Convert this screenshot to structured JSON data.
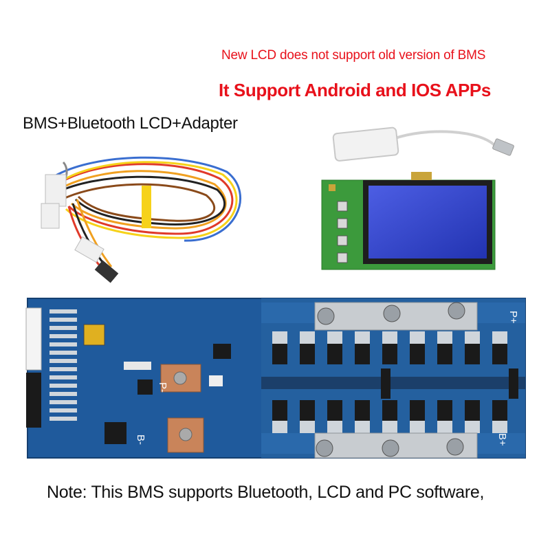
{
  "headline": {
    "warning": "New LCD does not support old version of BMS",
    "apps": "It Support Android and IOS APPs"
  },
  "kit_title": "BMS+Bluetooth LCD+Adapter",
  "note": "Note: This BMS supports Bluetooth, LCD and PC software,",
  "board_labels": {
    "p_minus": "P-",
    "b_minus": "B-",
    "p_plus": "P+",
    "b_plus": "B+"
  },
  "colors": {
    "warning_text": "#e8111b",
    "pcb_blue": "#1f5a9c",
    "lcd_screen": "#2a3cc8",
    "lcd_pcb": "#3c9a3c"
  }
}
